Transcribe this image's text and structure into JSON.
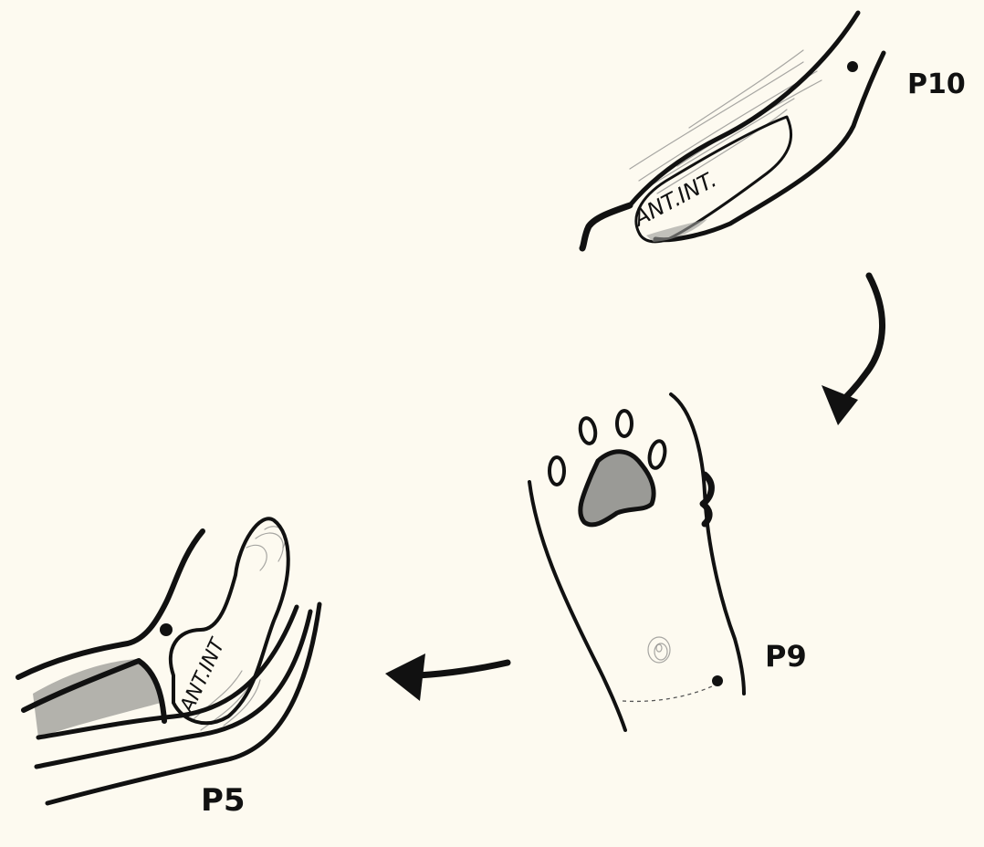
{
  "colors": {
    "paper": "#fdfaf0",
    "ink": "#111111",
    "graphite": "#8a8a88"
  },
  "figures": {
    "top": {
      "point_label": "P10",
      "region_label": "ANT.INT."
    },
    "middle": {
      "point_label": "P9"
    },
    "left": {
      "point_label": "P5",
      "region_label": "ANT.INT"
    }
  }
}
